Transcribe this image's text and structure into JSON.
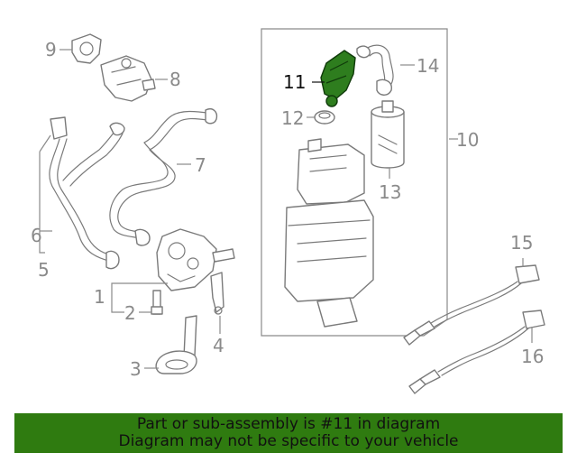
{
  "callouts": {
    "c1": "1",
    "c2": "2",
    "c3": "3",
    "c4": "4",
    "c5": "5",
    "c6": "6",
    "c7": "7",
    "c8": "8",
    "c9": "9",
    "c10": "10",
    "c11": "11",
    "c12": "12",
    "c13": "13",
    "c14": "14",
    "c15": "15",
    "c16": "16"
  },
  "highlight": {
    "part_number": "11",
    "color": "#2e7d1e"
  },
  "banner": {
    "line1": "Part or sub-assembly is #11 in diagram",
    "line2": "Diagram may not be specific to your vehicle",
    "color": "#2f7b10"
  }
}
